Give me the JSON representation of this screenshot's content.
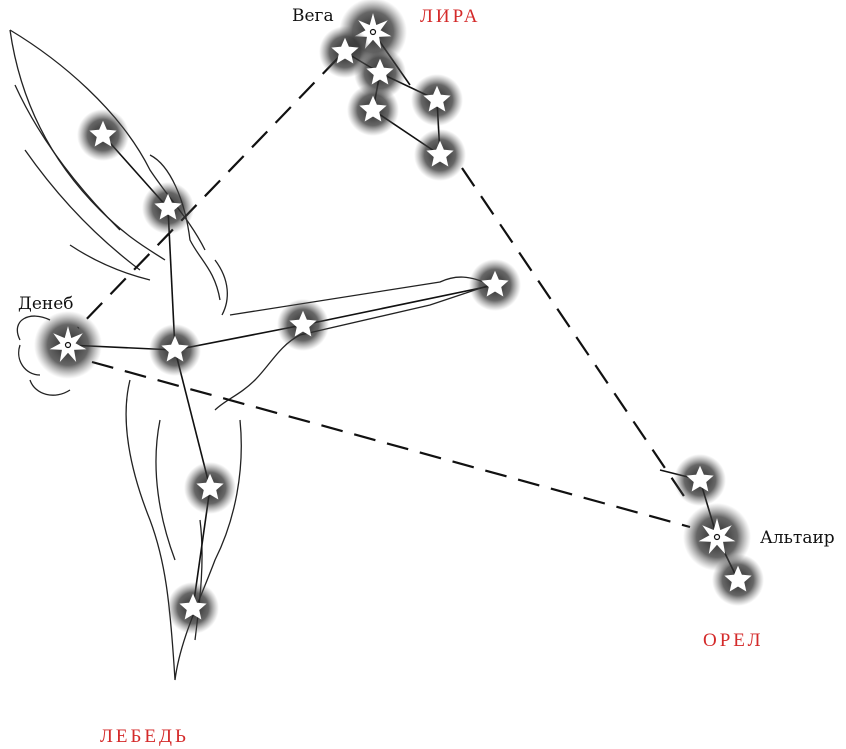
{
  "title": "Summer Triangle",
  "stars": {
    "vega": "Вега",
    "deneb": "Денеб",
    "altair": "Альтаир"
  },
  "constellations": {
    "lyra": "ЛИРА",
    "aquila": "ОРЕЛ",
    "cygnus": "ЛЕБЕДЬ"
  },
  "colors": {
    "constellation_label": "#d42a2a",
    "ink": "#111111",
    "halo": "#2a2a2a"
  }
}
